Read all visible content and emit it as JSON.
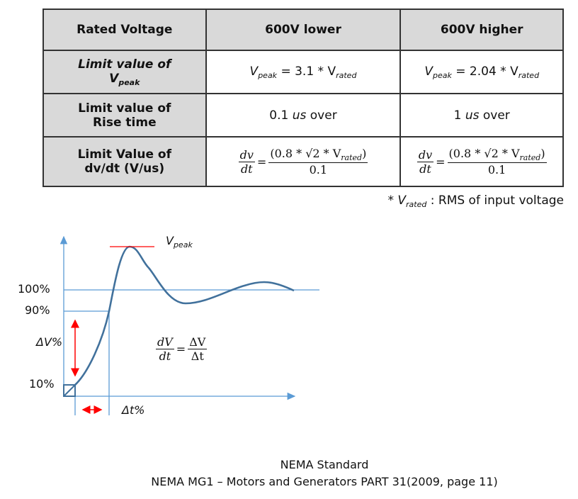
{
  "table": {
    "headers": [
      "Rated Voltage",
      "600V lower",
      "600V higher"
    ],
    "rows": [
      {
        "label": "Limit value of",
        "label_sym": "V",
        "label_sub": "peak",
        "c1": {
          "lhs": "V",
          "lhs_sub": "peak",
          "rhs": " = 3.1 * V",
          "rhs_sub": "rated"
        },
        "c2": {
          "lhs": "V",
          "lhs_sub": "peak",
          "rhs": " = 2.04 * V",
          "rhs_sub": "rated"
        }
      },
      {
        "label1": "Limit value of",
        "label2": "Rise time",
        "c1_num": "0.1",
        "c1_unit": "us",
        "c1_tail": " over",
        "c2_num": "1",
        "c2_unit": "us",
        "c2_tail": " over"
      },
      {
        "label1": "Limit Value of",
        "label2": "dv/dt (V/us)",
        "num_top": "dv",
        "num_bot": "dt",
        "eq": "=",
        "rhs_top": "(0.8 * √2 * V",
        "rhs_sub": "rated",
        "rhs_close": ")",
        "rhs_bot": "0.1"
      }
    ]
  },
  "note": {
    "prefix": "* V",
    "sub": "rated",
    "text": " : RMS of input voltage"
  },
  "diagram": {
    "vpeak": "V",
    "vpeak_sub": "peak",
    "y100": "100%",
    "y90": "90%",
    "y10": "10%",
    "dv": "ΔV%",
    "dt": "Δt%",
    "f_top": "dV",
    "f_bot": "dt",
    "f_eq": "=",
    "f_rtop": "ΔV",
    "f_rbot": "Δt",
    "blue": "#5b9bd5",
    "curve": "#41719c",
    "red": "#ff0000"
  },
  "footer": {
    "line1": "NEMA Standard",
    "line2": "NEMA MG1 – Motors and Generators PART 31(2009, page 11)"
  }
}
